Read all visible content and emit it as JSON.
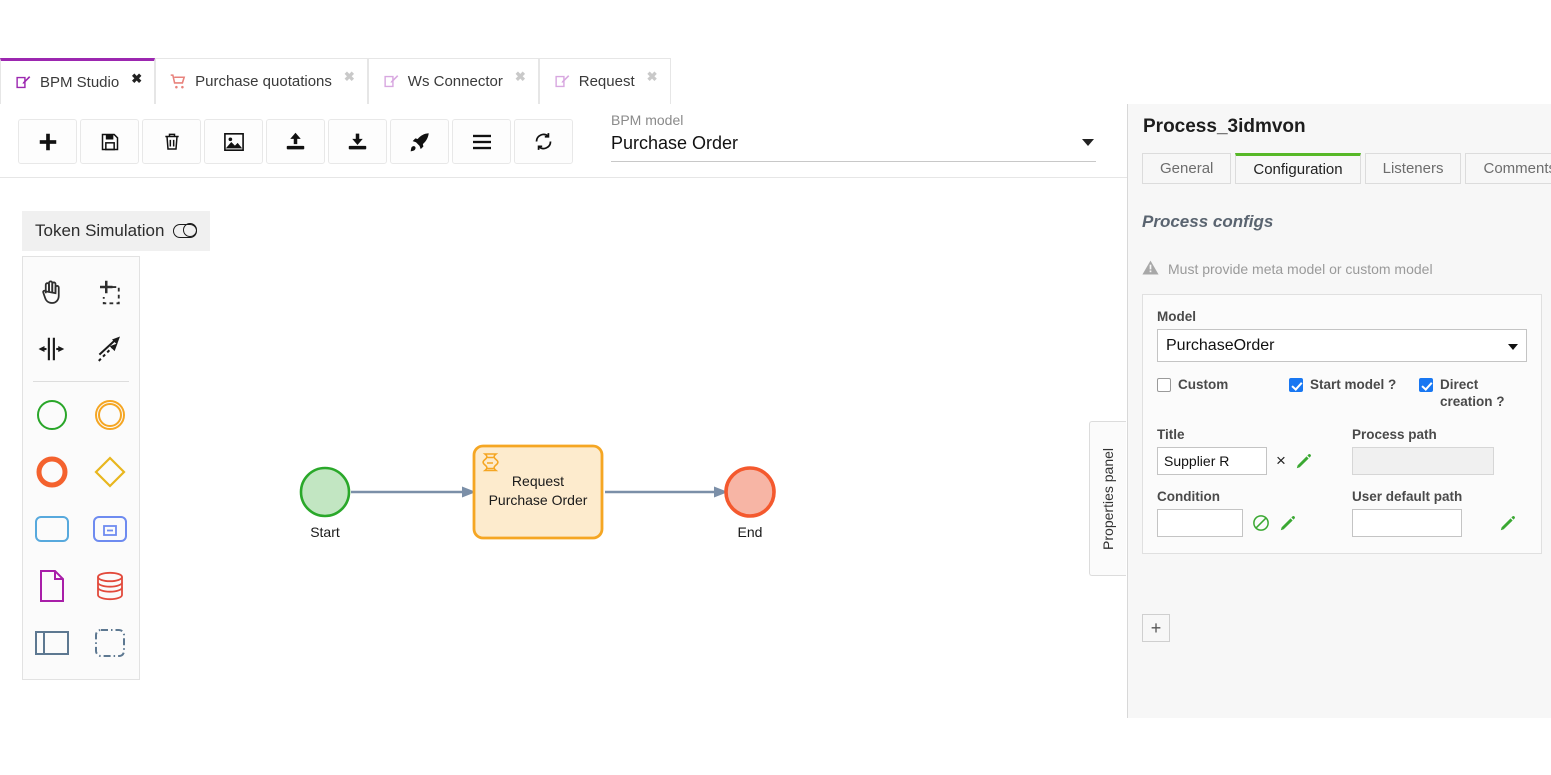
{
  "browser_tabs": [
    {
      "label": "BPM Studio",
      "icon": "edit-square-icon",
      "icon_color": "#9c27b0",
      "active": true,
      "close": "✖"
    },
    {
      "label": "Purchase quotations",
      "icon": "shopping-cart-icon",
      "icon_color": "#e8827c",
      "active": false,
      "close": "✖"
    },
    {
      "label": "Ws Connector",
      "icon": "edit-square-icon",
      "icon_color": "#d8a7e0",
      "active": false,
      "close": "✖"
    },
    {
      "label": "Request",
      "icon": "edit-square-icon",
      "icon_color": "#d8a7e0",
      "active": false,
      "close": "✖"
    }
  ],
  "toolbar": {
    "buttons": [
      {
        "name": "add-button",
        "icon": "plus-icon"
      },
      {
        "name": "save-button",
        "icon": "floppy-disk-icon"
      },
      {
        "name": "delete-button",
        "icon": "trash-icon"
      },
      {
        "name": "export-image-button",
        "icon": "image-icon"
      },
      {
        "name": "upload-button",
        "icon": "upload-icon"
      },
      {
        "name": "download-button",
        "icon": "download-icon"
      },
      {
        "name": "deploy-button",
        "icon": "rocket-icon"
      },
      {
        "name": "menu-button",
        "icon": "hamburger-icon"
      },
      {
        "name": "refresh-button",
        "icon": "refresh-icon"
      }
    ],
    "model_select": {
      "label": "BPM model",
      "value": "Purchase Order"
    }
  },
  "palette": {
    "token_simulation_label": "Token Simulation",
    "token_simulation_on": false,
    "tools": [
      {
        "name": "hand-tool-icon"
      },
      {
        "name": "lasso-tool-icon"
      },
      {
        "name": "space-tool-icon"
      },
      {
        "name": "connect-tool-icon"
      }
    ],
    "shapes": [
      {
        "name": "start-event-icon",
        "color": "#29a629"
      },
      {
        "name": "intermediate-event-icon",
        "color": "#f5a623"
      },
      {
        "name": "end-event-icon",
        "color": "#f4622e"
      },
      {
        "name": "gateway-icon",
        "color": "#e8b61e"
      },
      {
        "name": "task-icon",
        "color": "#57a9dd"
      },
      {
        "name": "subprocess-icon",
        "color": "#6e8bf0"
      },
      {
        "name": "data-object-icon",
        "color": "#a81ea8"
      },
      {
        "name": "data-store-icon",
        "color": "#e24a3c"
      },
      {
        "name": "participant-icon",
        "color": "#5d7891"
      },
      {
        "name": "group-icon",
        "color": "#5d7891"
      }
    ]
  },
  "diagram": {
    "nodes": [
      {
        "id": "start",
        "type": "start-event",
        "label": "Start",
        "fill": "#c2e6c2",
        "stroke": "#2aa82a"
      },
      {
        "id": "task",
        "type": "script-task",
        "label": "Request\nPurchase Order",
        "line1": "Request",
        "line2": "Purchase Order",
        "fill": "#fdebcd",
        "stroke": "#f5a623"
      },
      {
        "id": "end",
        "type": "end-event",
        "label": "End",
        "fill": "#f7b5a5",
        "stroke": "#f4592e"
      }
    ],
    "connection_color": "#7b8fa8"
  },
  "properties_handle": {
    "label": "Properties panel"
  },
  "panel": {
    "title": "Process_3idmvon",
    "tabs": [
      {
        "label": "General",
        "active": false
      },
      {
        "label": "Configuration",
        "active": true
      },
      {
        "label": "Listeners",
        "active": false
      },
      {
        "label": "Comments",
        "active": false
      }
    ],
    "active_tab_accent": "#57b827",
    "section_title": "Process configs",
    "warning": {
      "icon": "warning-triangle-icon",
      "text": "Must provide meta model or custom model"
    },
    "config": {
      "model_label": "Model",
      "model_value": "PurchaseOrder",
      "custom_label": "Custom",
      "custom_checked": false,
      "start_model_label": "Start model ?",
      "start_model_checked": true,
      "direct_creation_label": "Direct creation ?",
      "direct_creation_checked": true,
      "title_label": "Title",
      "title_value": "Supplier R",
      "title_clear": "×",
      "process_path_label": "Process path",
      "process_path_value": "",
      "condition_label": "Condition",
      "condition_value": "",
      "user_default_path_label": "User default path",
      "user_default_path_value": "",
      "edit_icon": "pencil-icon",
      "forbidden_icon": "no-entry-icon",
      "edit_icon_color": "#3aa832",
      "forbidden_icon_color": "#3aa832"
    },
    "add_config_button": "+"
  }
}
